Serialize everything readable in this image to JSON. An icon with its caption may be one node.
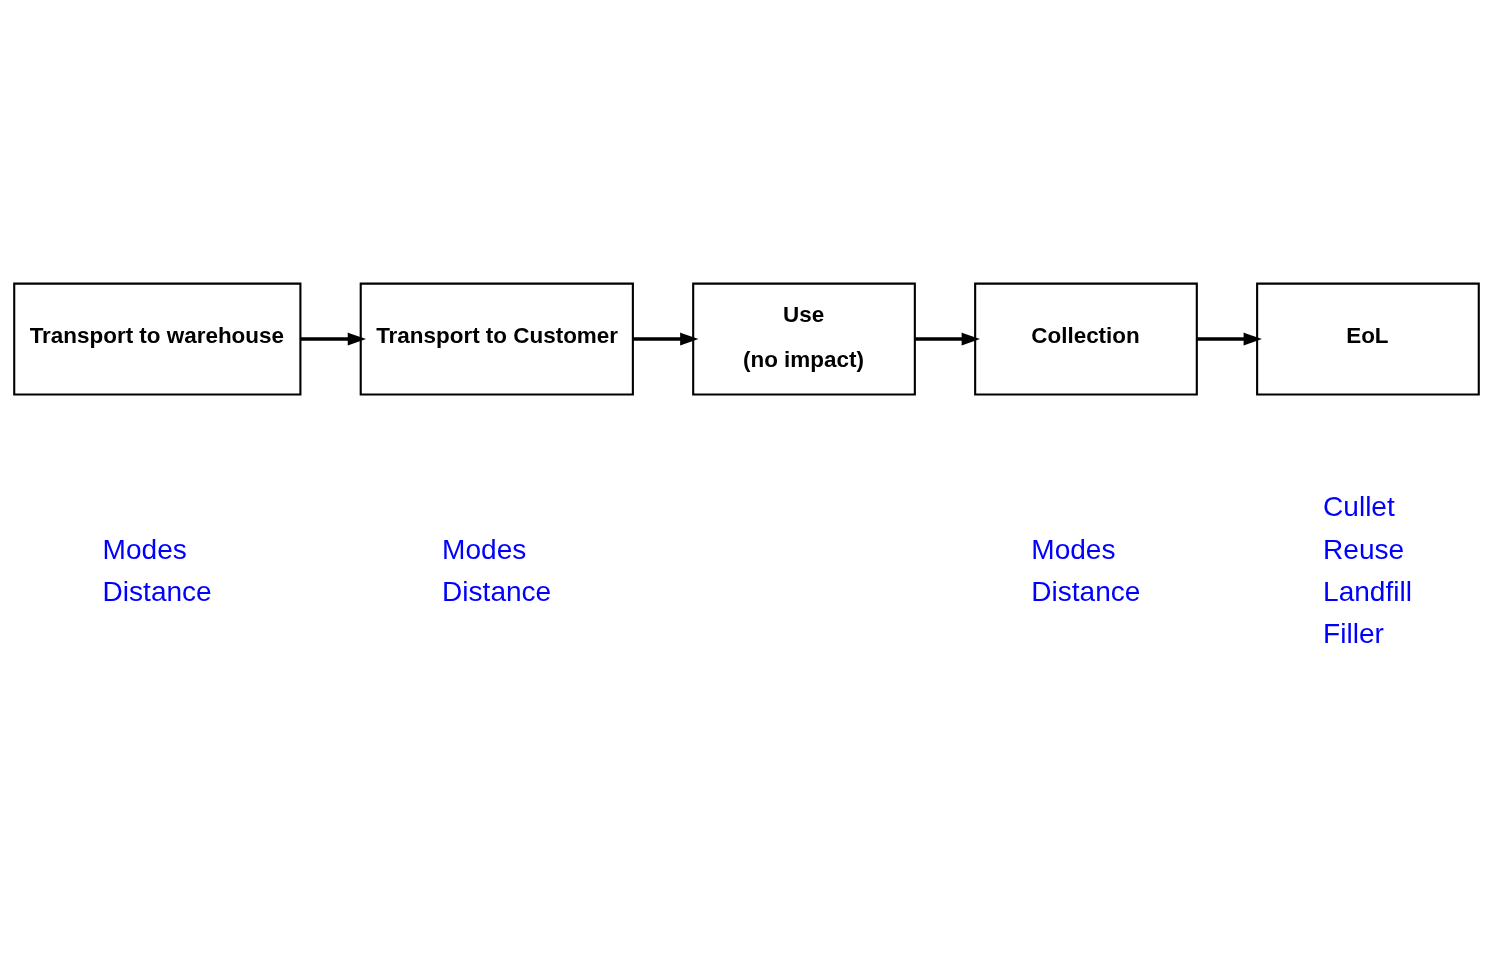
{
  "diagram": {
    "nodes": [
      {
        "text": [
          "Transport to warehouse"
        ],
        "beside": [
          "Modes",
          "Distance"
        ]
      },
      {
        "text": [
          "Transport to Customer"
        ],
        "beside": [
          "Modes",
          "Distance"
        ]
      },
      {
        "text": [
          "Use",
          "(no impact)"
        ]
      },
      {
        "text": [
          "Collection"
        ],
        "beside": [
          "Modes",
          "Distance"
        ]
      },
      {
        "text": [
          "EoL"
        ],
        "beside": [
          "Cullet",
          "Reuse",
          "Landfill",
          "Filler"
        ]
      }
    ],
    "edges": [
      {
        "from": 0,
        "to": 1,
        "arrow": "to"
      },
      {
        "from": 1,
        "to": 2,
        "arrow": "to"
      },
      {
        "from": 2,
        "to": 3,
        "arrow": "to"
      },
      {
        "from": 3,
        "to": 4,
        "arrow": "to"
      }
    ]
  }
}
